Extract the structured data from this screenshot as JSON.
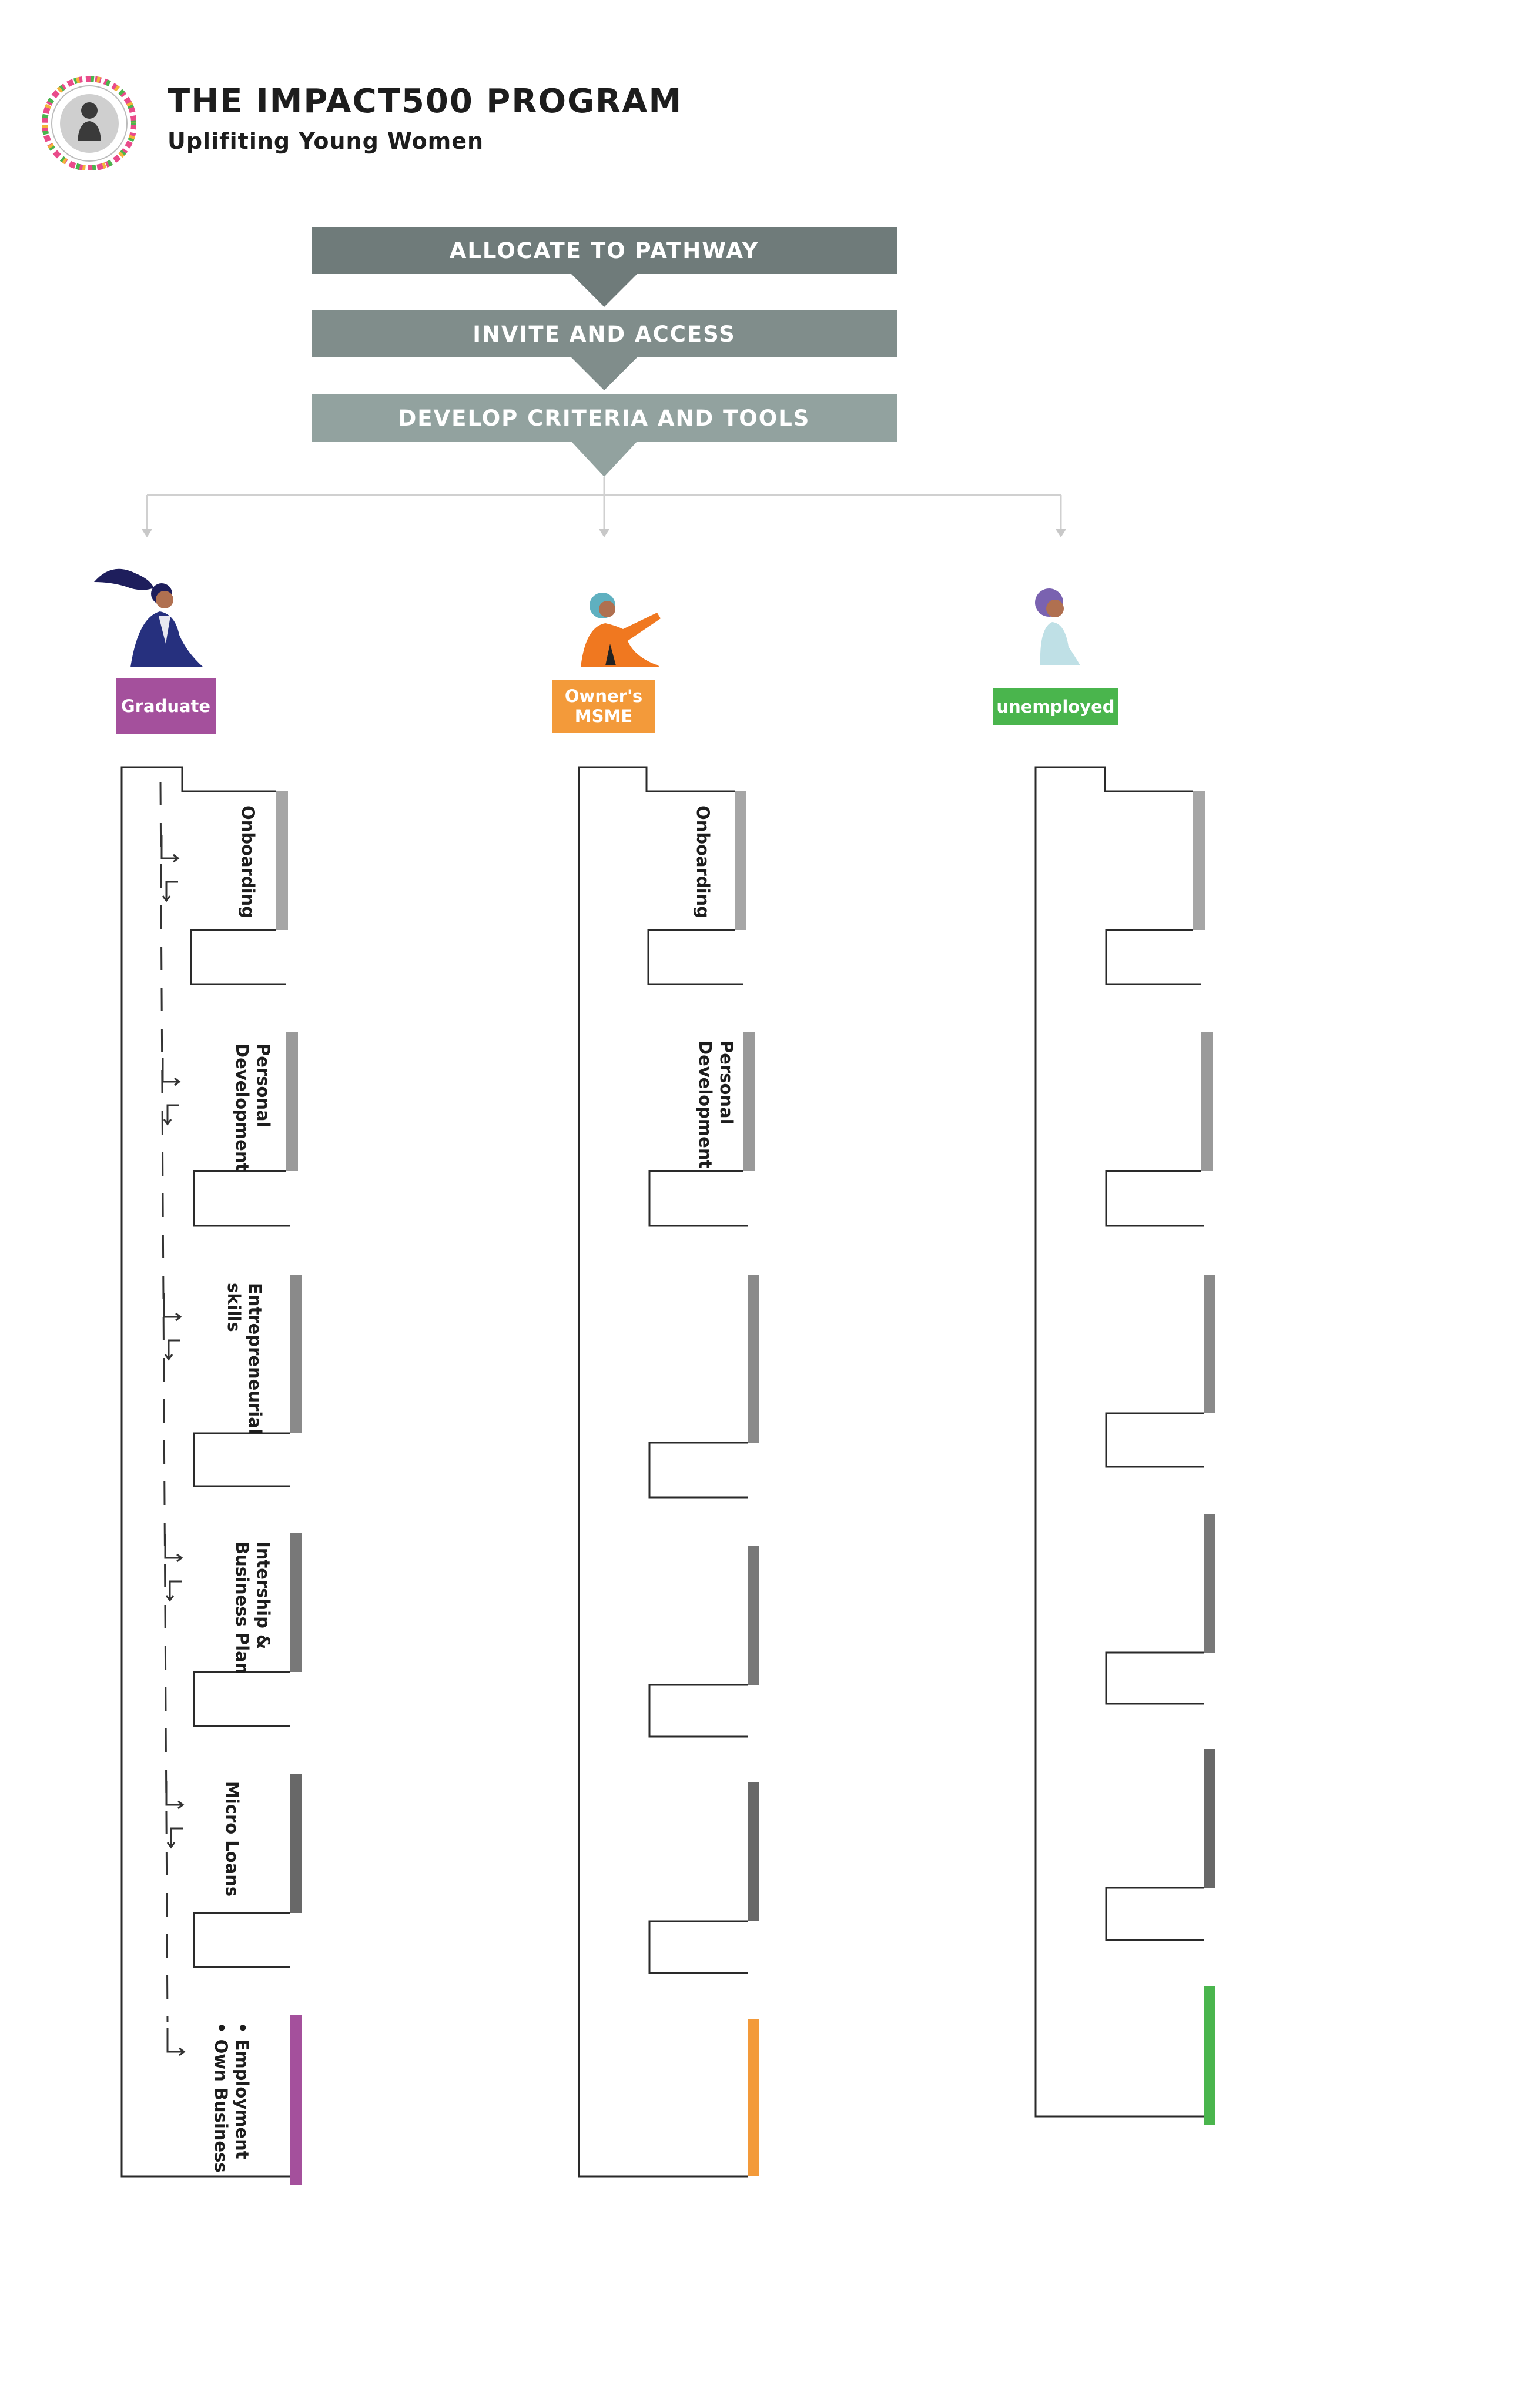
{
  "header": {
    "title": "THE IMPACT500 PROGRAM",
    "subtitle": "Uplifiting Young Women"
  },
  "process_steps": [
    {
      "label": "ALLOCATE TO PATHWAY",
      "color": "#6f7b7a"
    },
    {
      "label": "INVITE AND ACCESS",
      "color": "#808d8b"
    },
    {
      "label": "DEVELOP CRITERIA AND TOOLS",
      "color": "#92a29f"
    }
  ],
  "pathways": [
    {
      "badge": "Graduate",
      "color": "#a4509c",
      "icon": "graduate-woman-icon",
      "stages": [
        "Onboarding",
        "Personal\nDevelopment",
        "Entrepreneurial\nskills",
        "Intership &\nBusiness Plan",
        "Micro Loans",
        "•  Employment\n•  Own Business"
      ]
    },
    {
      "badge": "Owner's\nMSME",
      "color": "#f39a3a",
      "icon": "business-owner-woman-icon",
      "stages": [
        "Onboarding",
        "Personal\nDevelopment",
        "",
        "",
        "",
        ""
      ]
    },
    {
      "badge": "unemployed",
      "color": "#4ab54d",
      "icon": "unemployed-woman-icon",
      "stages": [
        "",
        "",
        "",
        "",
        "",
        ""
      ]
    }
  ],
  "colors": {
    "stage_bars": [
      "#a6a6a6",
      "#9a9a9a",
      "#8a8a8a",
      "#787878",
      "#686868"
    ],
    "connector": "#d0d0d0",
    "outline": "#2a2a2a"
  }
}
